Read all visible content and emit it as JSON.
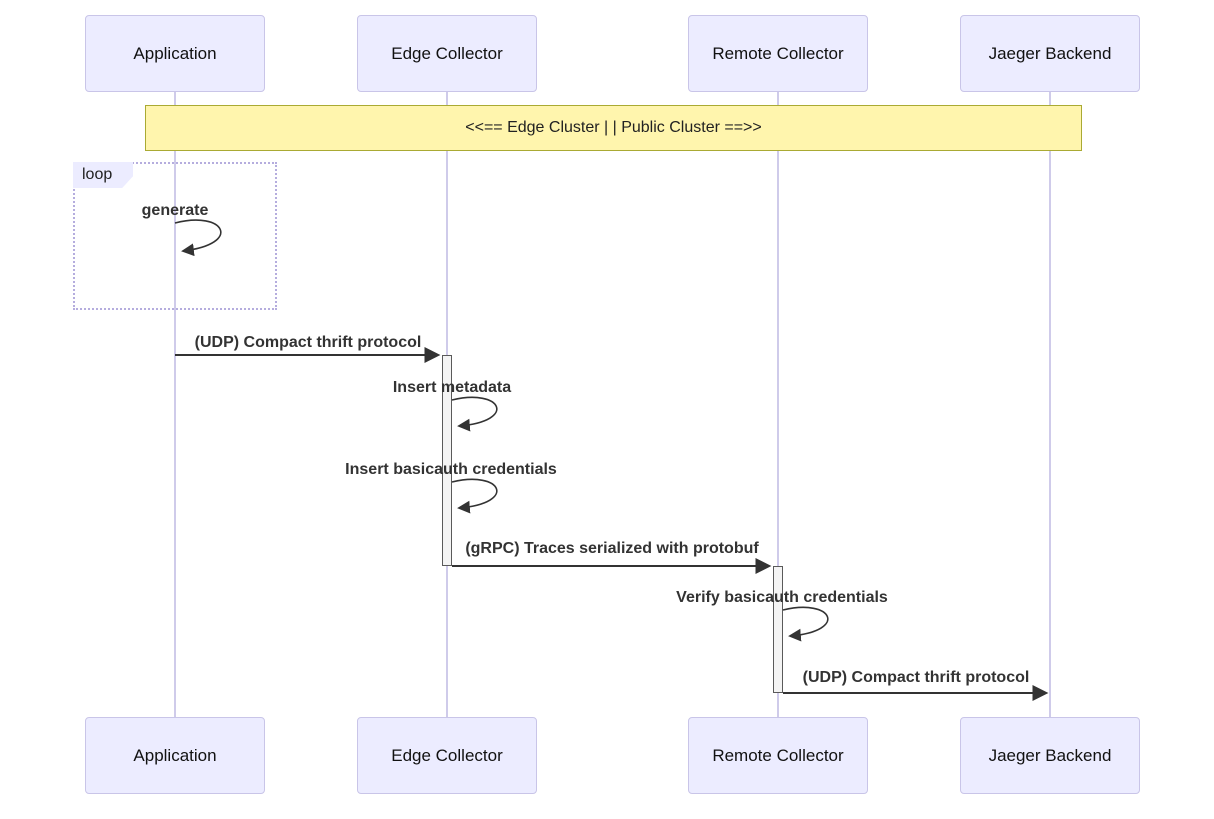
{
  "diagram": {
    "type": "sequence",
    "actors": [
      {
        "name": "Application"
      },
      {
        "name": "Edge Collector"
      },
      {
        "name": "Remote Collector"
      },
      {
        "name": "Jaeger Backend"
      }
    ],
    "note": {
      "text": "<<== Edge Cluster | | Public Cluster ==>>"
    },
    "loop": {
      "label": "loop",
      "message": "generate",
      "over": "Application"
    },
    "messages": [
      {
        "from": "Application",
        "to": "Edge Collector",
        "text": "(UDP) Compact thrift protocol"
      },
      {
        "from": "Edge Collector",
        "to": "Edge Collector",
        "text": "Insert metadata"
      },
      {
        "from": "Edge Collector",
        "to": "Edge Collector",
        "text": "Insert basicauth credentials"
      },
      {
        "from": "Edge Collector",
        "to": "Remote Collector",
        "text": "(gRPC) Traces serialized with protobuf"
      },
      {
        "from": "Remote Collector",
        "to": "Remote Collector",
        "text": "Verify basicauth credentials"
      },
      {
        "from": "Remote Collector",
        "to": "Jaeger Backend",
        "text": "(UDP) Compact thrift protocol"
      }
    ],
    "colors": {
      "actor_fill": "#ECECFF",
      "actor_border": "#C9C5E8",
      "lifeline": "#CFCBEA",
      "note_fill": "#FFF5AD",
      "note_border": "#AAAA33",
      "activation_fill": "#F4F4F4",
      "activation_border": "#5A5A5A",
      "loop_border": "#B5ADDE",
      "label_fill": "#ECECFF",
      "message_text": "#333333",
      "arrow": "#333333"
    }
  }
}
